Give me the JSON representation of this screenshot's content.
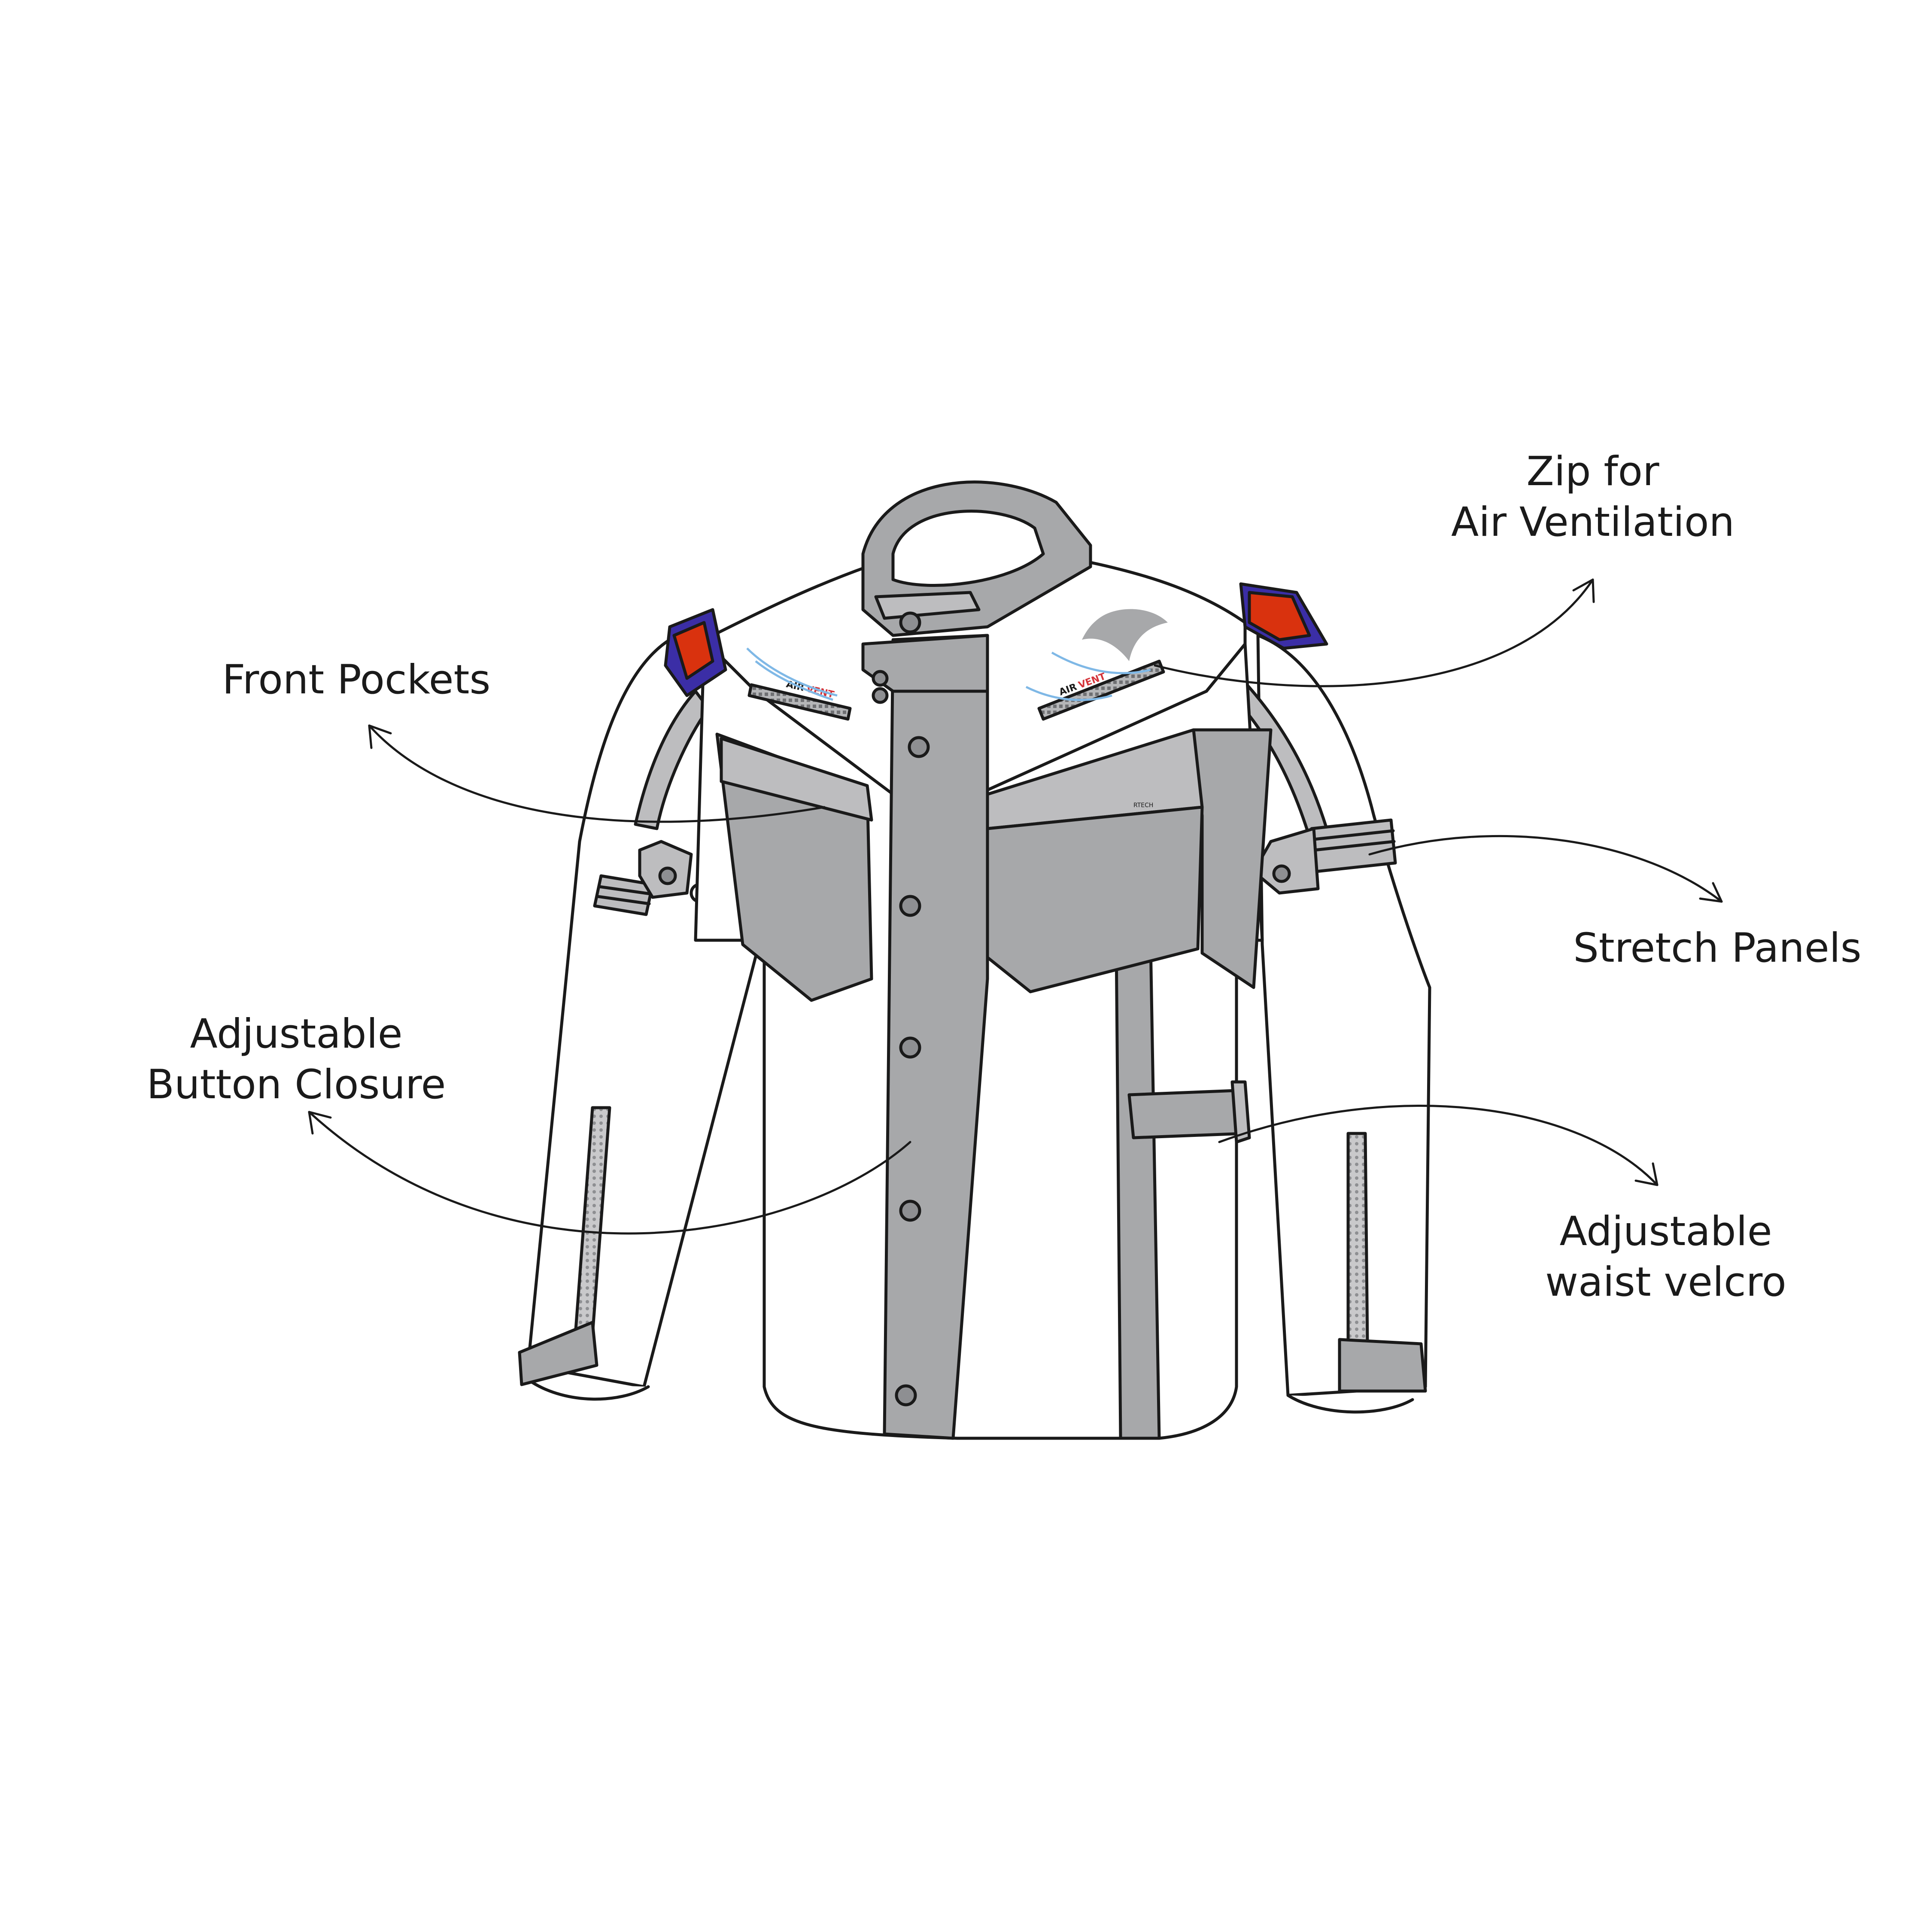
{
  "callouts": {
    "zip": {
      "lines": [
        "Zip for",
        "Air Ventilation"
      ]
    },
    "front_pockets": {
      "lines": [
        "Front Pockets"
      ]
    },
    "stretch_panels": {
      "lines": [
        "Stretch Panels"
      ]
    },
    "button_closure": {
      "lines": [
        "Adjustable",
        "Button Closure"
      ]
    },
    "waist_velcro": {
      "lines": [
        "Adjustable",
        "waist velcro"
      ]
    }
  },
  "jacket": {
    "vent_text": {
      "air": "AIR",
      "vent": "VENT"
    },
    "pocket_tag": "RTECH"
  },
  "colors": {
    "outline": "#1a1a1a",
    "light_grey": "#bdbdbf",
    "mid_grey": "#a7a8aa",
    "dark_grey": "#8e8f92",
    "shoulder_red": "#d9320e",
    "shoulder_blue": "#3b2ea6",
    "vent_red": "#d4343a",
    "vent_blue": "#7fb8e6"
  }
}
